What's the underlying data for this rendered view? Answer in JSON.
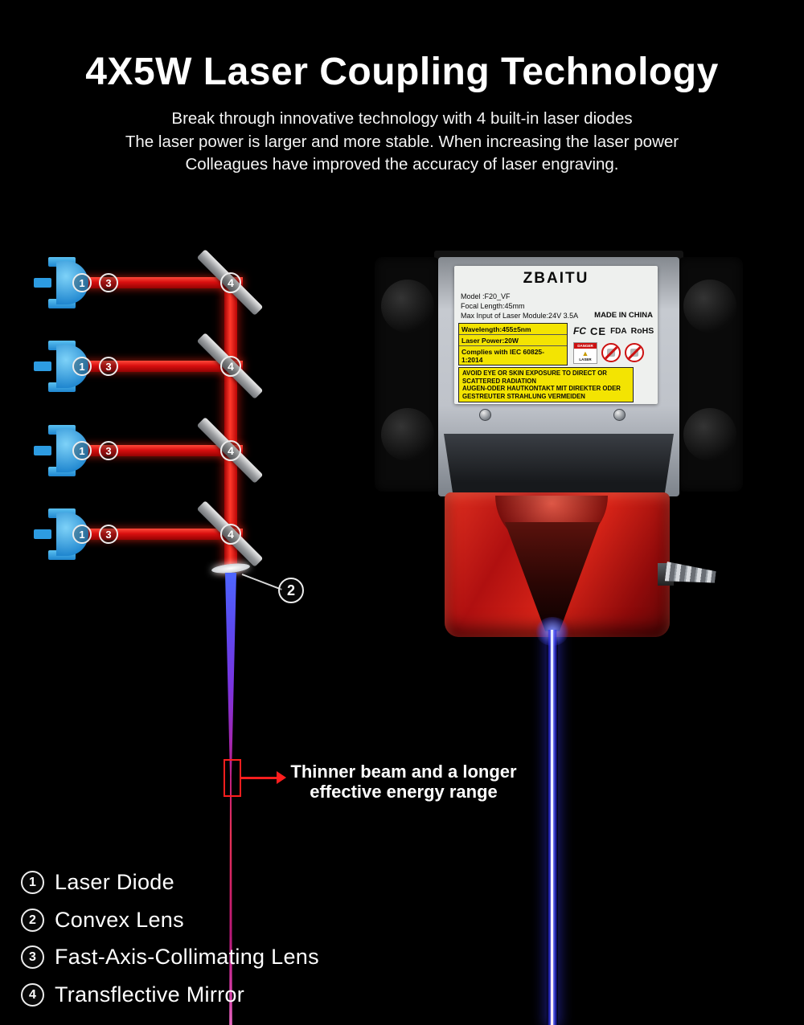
{
  "title": "4X5W Laser Coupling Technology",
  "subtitle": [
    "Break through innovative technology with 4 built-in laser diodes",
    "The laser power is larger and more stable. When increasing the laser power",
    "Colleagues have improved the accuracy of laser engraving."
  ],
  "diagram": {
    "rows": [
      {
        "diode_num": "1",
        "collimator_num": "3",
        "mirror_num": "4"
      },
      {
        "diode_num": "1",
        "collimator_num": "3",
        "mirror_num": "4"
      },
      {
        "diode_num": "1",
        "collimator_num": "3",
        "mirror_num": "4"
      },
      {
        "diode_num": "1",
        "collimator_num": "3",
        "mirror_num": "4"
      }
    ],
    "lens_num": "2",
    "callout": {
      "line1": "Thinner beam and a longer",
      "line2": "effective energy range"
    }
  },
  "module": {
    "brand": "ZBAITU",
    "model": "Model :F20_VF",
    "focal_length": "Focal Length:45mm",
    "max_input": "Max Input of Laser Module:24V 3.5A",
    "made_in": "MADE IN CHINA",
    "specs": [
      "Wavelength:455±5nm",
      "Laser Power:20W",
      "Complies with IEC 60825-1:2014"
    ],
    "certs": [
      "FC",
      "CE",
      "FDA",
      "RoHS"
    ],
    "danger_label": "DANGER",
    "laser_label": "LASER",
    "warning": [
      "AVOID EYE OR SKIN EXPOSURE TO DIRECT OR",
      "SCATTERED RADIATION",
      "AUGEN-ODER HAUTKONTAKT MIT DIREKTER ODER",
      "GESTREUTER STRAHLUNG VERMEIDEN"
    ]
  },
  "legend": [
    {
      "num": "1",
      "label": "Laser Diode"
    },
    {
      "num": "2",
      "label": "Convex Lens"
    },
    {
      "num": "3",
      "label": "Fast-Axis-Collimating Lens"
    },
    {
      "num": "4",
      "label": "Transflective Mirror"
    }
  ],
  "icons": {
    "warning_triangle": "▲"
  },
  "colors": {
    "background": "#000000",
    "beam_red": "#d90f0f",
    "diode_blue": "#2d9ce2",
    "accent_red": "#ff1e1e",
    "beam_blue": "#4a5cff",
    "label_yellow": "#f3e402"
  }
}
